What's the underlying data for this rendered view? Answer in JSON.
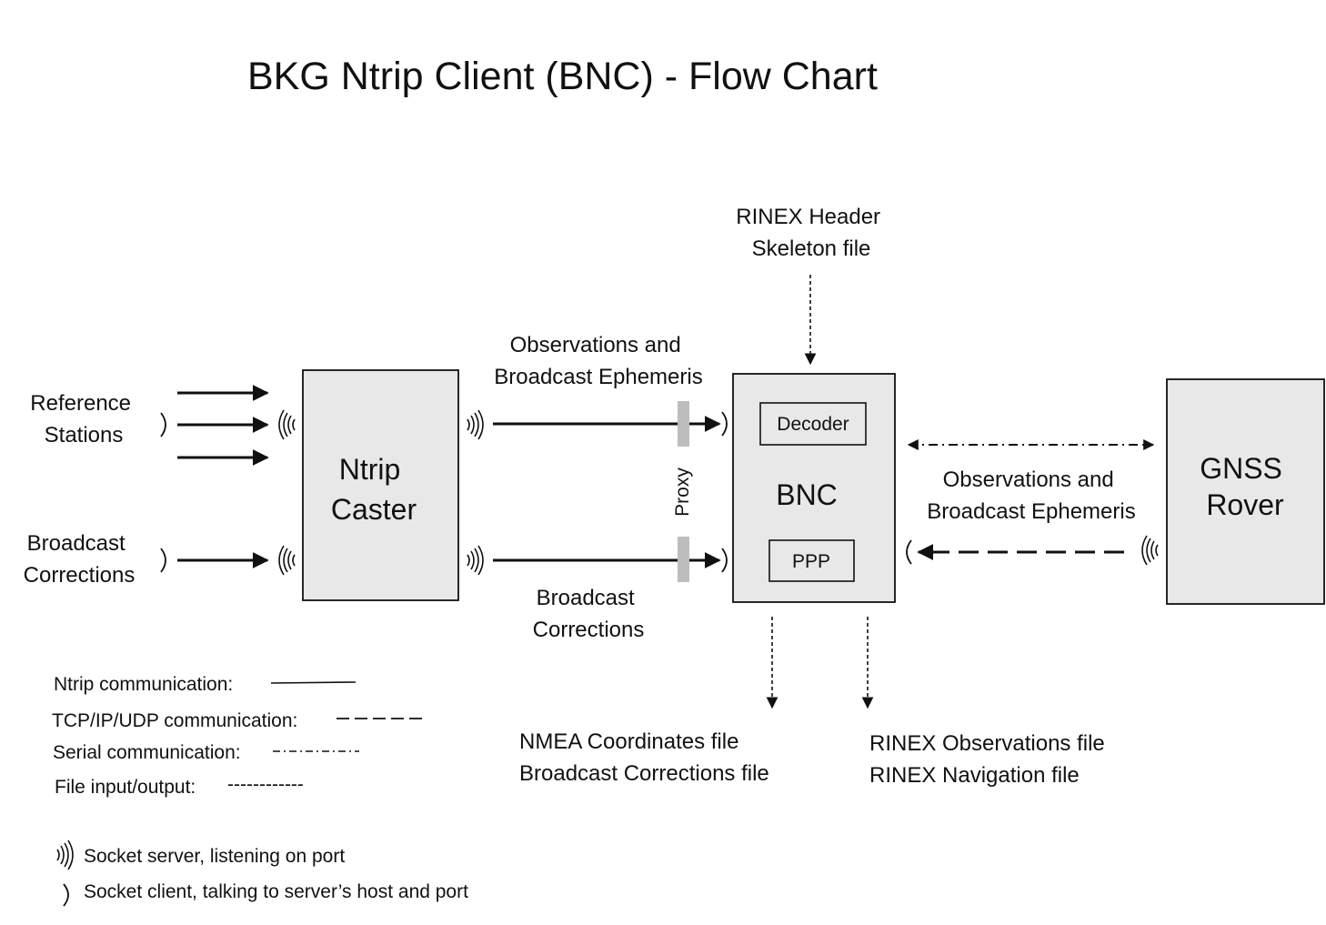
{
  "title": "BKG Ntrip Client (BNC)  -  Flow Chart",
  "sources": {
    "reference_stations": [
      "Reference",
      "Stations"
    ],
    "broadcast_corrections": [
      "Broadcast",
      "Corrections"
    ]
  },
  "nodes": {
    "caster": [
      "Ntrip",
      "Caster"
    ],
    "bnc": "BNC",
    "decoder": "Decoder",
    "ppp": "PPP",
    "rover": [
      "GNSS",
      "Rover"
    ]
  },
  "proxy": "Proxy",
  "edges": {
    "obs_top": [
      "Observations and",
      "Broadcast Ephemeris"
    ],
    "corr_bottom": [
      "Broadcast",
      "Corrections"
    ],
    "obs_right": [
      "Observations and",
      "Broadcast Ephemeris"
    ]
  },
  "files": {
    "rinex_header": [
      "RINEX Header",
      "Skeleton file"
    ],
    "nmea": [
      "NMEA Coordinates file",
      "Broadcast Corrections file"
    ],
    "rinex_out": [
      "RINEX Observations file",
      "RINEX Navigation file"
    ]
  },
  "legend": {
    "ntrip": "Ntrip communication:",
    "tcp": "TCP/IP/UDP communication:",
    "serial": "Serial communication:",
    "file": "File input/output:",
    "file_dashes": "------------",
    "server": "Socket server, listening on port",
    "client": "Socket client, talking to server’s host and port"
  },
  "colors": {
    "box_fill": "#e8e8e8",
    "stroke": "#111111",
    "proxy_bar": "#bdbdbd"
  }
}
